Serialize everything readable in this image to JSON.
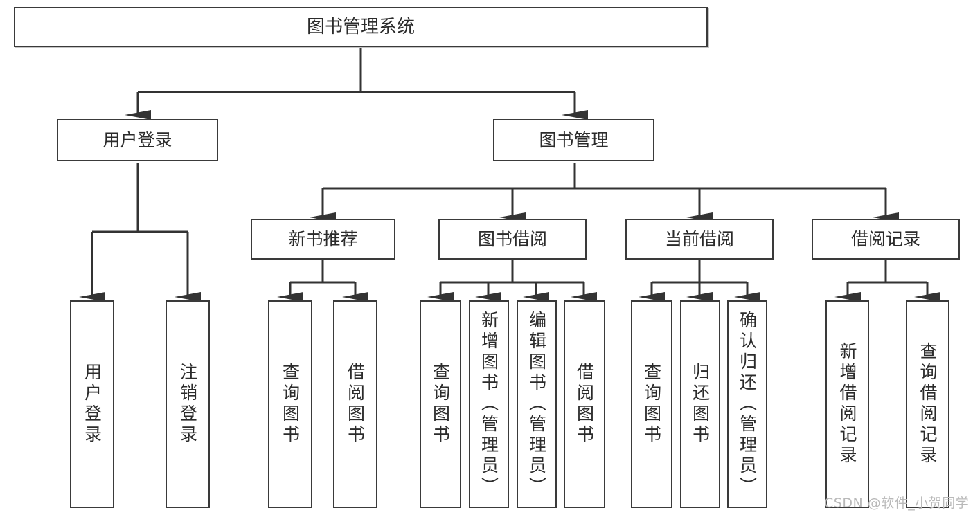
{
  "diagram": {
    "type": "tree-hierarchy",
    "title": "图书管理系统",
    "root": {
      "id": "root",
      "label": "图书管理系统"
    },
    "level2": [
      {
        "id": "user-login",
        "label": "用户登录"
      },
      {
        "id": "book-manage",
        "label": "图书管理"
      }
    ],
    "level3": [
      {
        "id": "new-book-recommend",
        "label": "新书推荐",
        "parent": "book-manage"
      },
      {
        "id": "book-borrow",
        "label": "图书借阅",
        "parent": "book-manage"
      },
      {
        "id": "current-borrow",
        "label": "当前借阅",
        "parent": "book-manage"
      },
      {
        "id": "borrow-record",
        "label": "借阅记录",
        "parent": "book-manage"
      }
    ],
    "leaves": [
      {
        "id": "leaf-user-login",
        "label": "用户登录",
        "parent": "user-login"
      },
      {
        "id": "leaf-user-logout",
        "label": "注销登录",
        "parent": "user-login"
      },
      {
        "id": "leaf-query-book-1",
        "label": "查询图书",
        "parent": "new-book-recommend"
      },
      {
        "id": "leaf-borrow-book-1",
        "label": "借阅图书",
        "parent": "new-book-recommend"
      },
      {
        "id": "leaf-query-book-2",
        "label": "查询图书",
        "parent": "book-borrow"
      },
      {
        "id": "leaf-add-book",
        "label": "新增图书（管理员）",
        "parent": "book-borrow"
      },
      {
        "id": "leaf-edit-book",
        "label": "编辑图书（管理员）",
        "parent": "book-borrow"
      },
      {
        "id": "leaf-borrow-book-2",
        "label": "借阅图书",
        "parent": "book-borrow"
      },
      {
        "id": "leaf-query-book-3",
        "label": "查询图书",
        "parent": "current-borrow"
      },
      {
        "id": "leaf-return-book",
        "label": "归还图书",
        "parent": "current-borrow"
      },
      {
        "id": "leaf-confirm-return",
        "label": "确认归还（管理员）",
        "parent": "current-borrow"
      },
      {
        "id": "leaf-add-record",
        "label": "新增借阅记录",
        "parent": "borrow-record"
      },
      {
        "id": "leaf-query-record",
        "label": "查询借阅记录",
        "parent": "borrow-record"
      }
    ],
    "colors": {
      "border": "#3a3a3a",
      "text": "#2b2b2b",
      "background": "#ffffff",
      "edge": "#333333",
      "watermark": "#b9b9b9"
    }
  },
  "watermark": {
    "text": "CSDN @软件_小贺同学"
  }
}
